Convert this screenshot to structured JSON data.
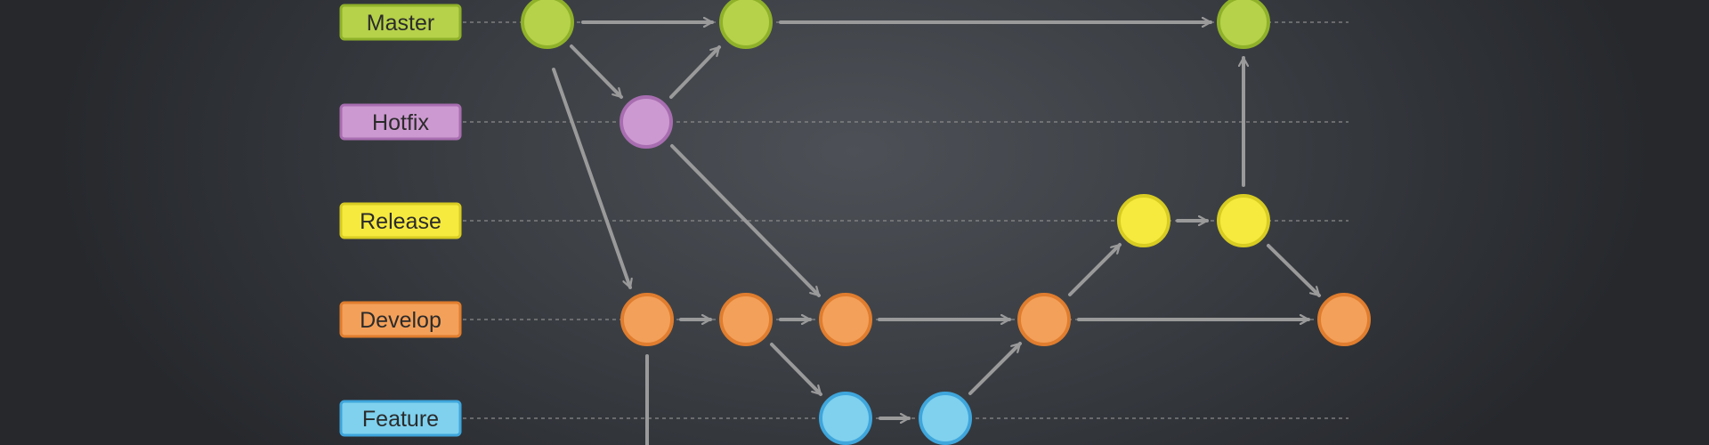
{
  "branches": [
    {
      "id": "master",
      "label": "Master",
      "fill": "#b6d14a",
      "stroke": "#8fb12a"
    },
    {
      "id": "hotfix",
      "label": "Hotfix",
      "fill": "#cc9ad0",
      "stroke": "#a86db0"
    },
    {
      "id": "release",
      "label": "Release",
      "fill": "#f7ea3f",
      "stroke": "#d8cc22"
    },
    {
      "id": "develop",
      "label": "Develop",
      "fill": "#f3a05a",
      "stroke": "#e07d2e"
    },
    {
      "id": "feature",
      "label": "Feature",
      "fill": "#7fd1ee",
      "stroke": "#3fa6dc"
    }
  ],
  "colors": {
    "arrow": "#9a9a9a",
    "lane_line": "#8a8a8a",
    "label_text": "#2b2b2b"
  }
}
